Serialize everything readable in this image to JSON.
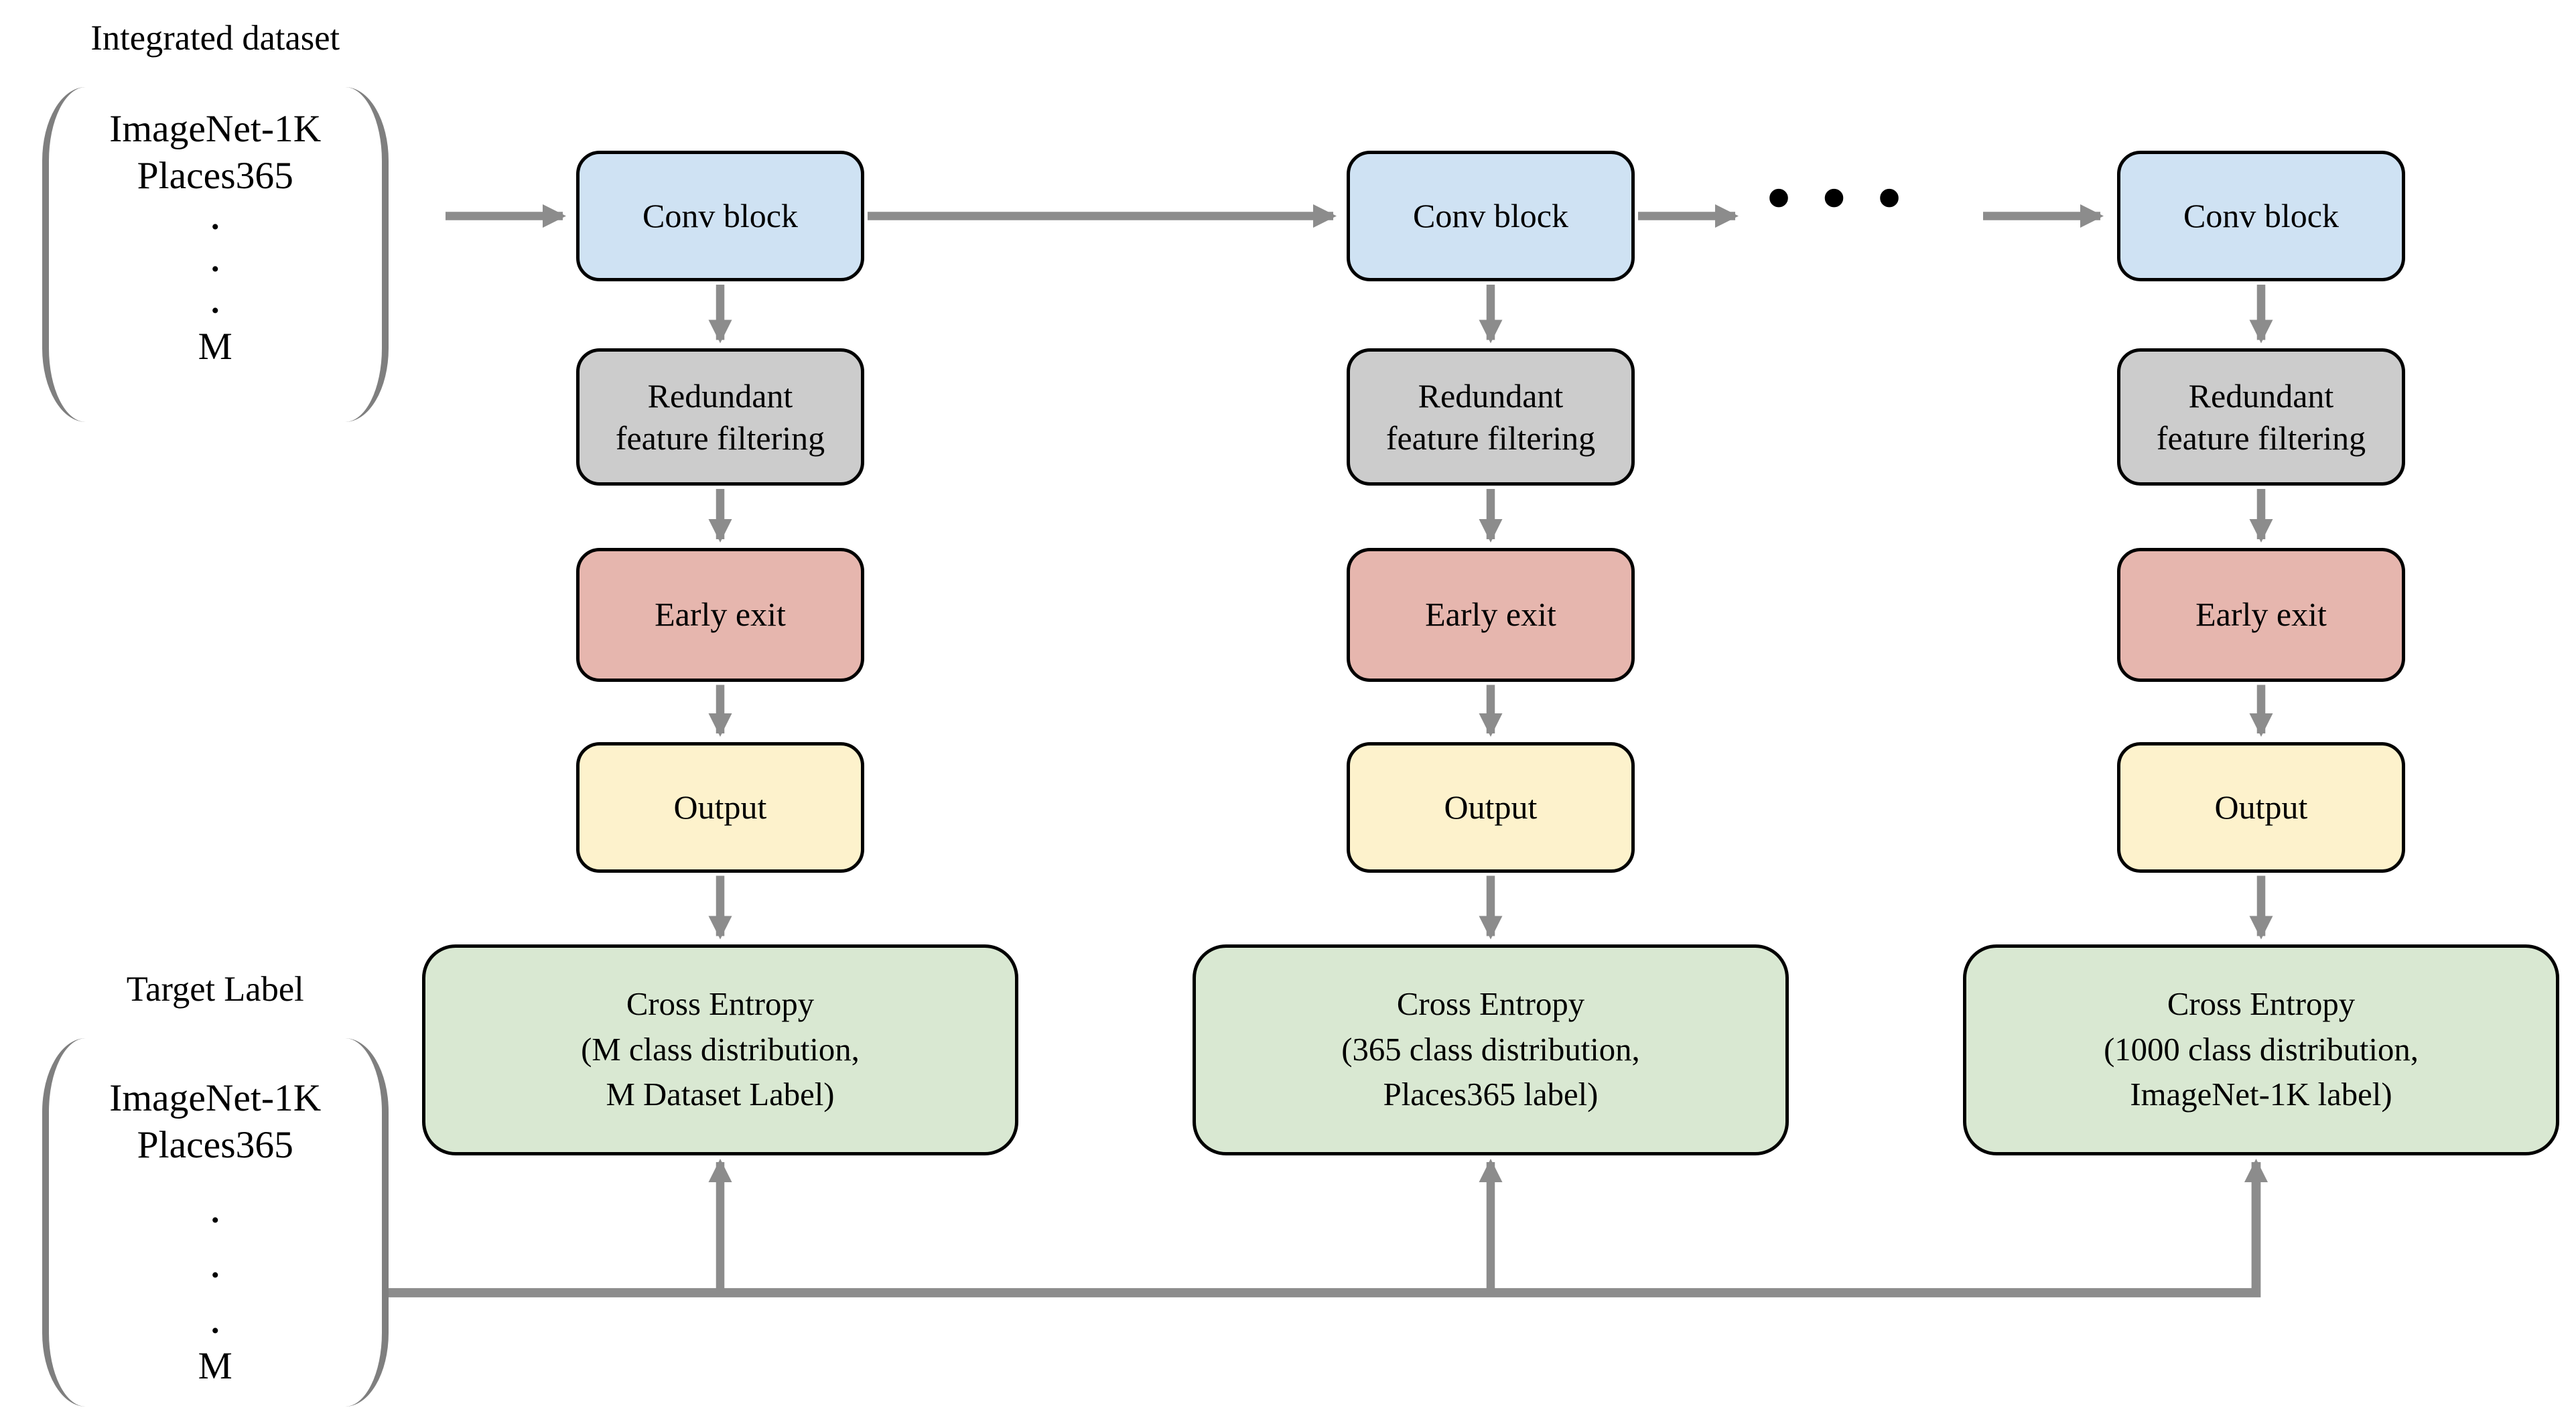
{
  "figure": {
    "integrated_dataset": {
      "title": "Integrated dataset",
      "items": [
        "ImageNet-1K",
        "Places365"
      ],
      "dots": [
        ".",
        ".",
        "."
      ],
      "last_item": "M"
    },
    "target_label": {
      "title": "Target Label",
      "items": [
        "ImageNet-1K",
        "Places365"
      ],
      "dots": [
        ".",
        ".",
        "."
      ],
      "last_item": "M"
    },
    "ellipsis": "...",
    "columns": [
      {
        "conv": "Conv block",
        "filter_lines": [
          "Redundant",
          "feature filtering"
        ],
        "early_exit": "Early exit",
        "output": "Output",
        "loss_lines": [
          "Cross Entropy",
          "(M class distribution,",
          "M Dataset Label)"
        ]
      },
      {
        "conv": "Conv block",
        "filter_lines": [
          "Redundant",
          "feature filtering"
        ],
        "early_exit": "Early exit",
        "output": "Output",
        "loss_lines": [
          "Cross Entropy",
          "(365 class distribution,",
          "Places365 label)"
        ]
      },
      {
        "conv": "Conv block",
        "filter_lines": [
          "Redundant",
          "feature filtering"
        ],
        "early_exit": "Early exit",
        "output": "Output",
        "loss_lines": [
          "Cross Entropy",
          "(1000 class distribution,",
          "ImageNet-1K label)"
        ]
      }
    ],
    "colors": {
      "conv_fill": "#cfe2f3",
      "filter_fill": "#cccccc",
      "early_exit_fill": "#e6b6ae",
      "output_fill": "#fdf2cc",
      "loss_fill": "#d9e8d2",
      "arrow": "#8c8c8c",
      "bracket": "#7f7f7f",
      "border": "#000000"
    }
  }
}
